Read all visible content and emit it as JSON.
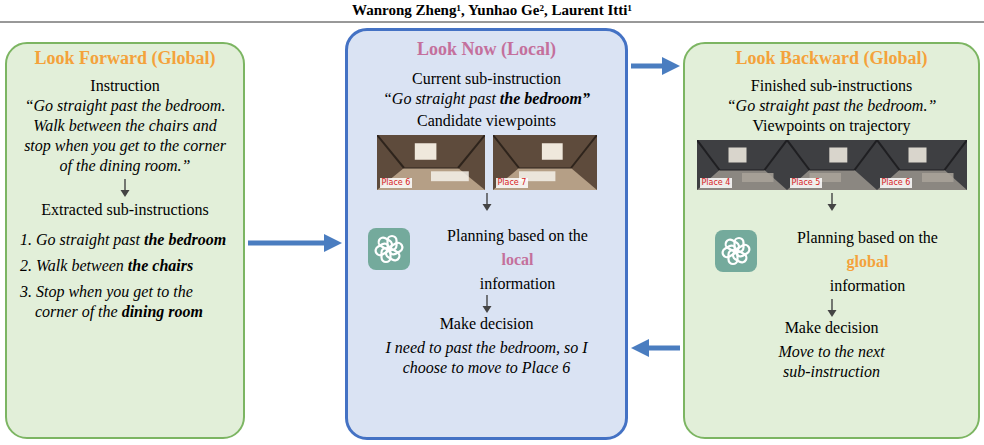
{
  "diagram": {
    "title": "Wanrong Zheng¹, Yunhao Ge², Laurent Itti¹",
    "nodes": [
      {
        "text": [
          "Look Forward (Global)",
          "Instruction",
          "“Go straight past the bedroom. Walk between the chairs and stop when you get to the corner of the dining room.”",
          "Extracted sub-instructions",
          "1. Go straight past",
          "the bedroom",
          "2. Walk between",
          "the chairs",
          "3. Stop when you get to the corner of the",
          "dining room"
        ]
      },
      {
        "text": [
          "Look Now (Local)",
          "Current sub-instruction",
          "“Go straight past",
          "the bedroom”",
          "Candidate viewpoints",
          "Planning based on the",
          "local",
          "information",
          "Make decision",
          "I need to past the bedroom, so I choose to move to Place 6"
        ]
      },
      {
        "text": [
          "Look Backward (Global)",
          "Finished sub-instructions",
          "“Go straight past the bedroom.”",
          "Viewpoints on trajectory",
          "Planning based on the",
          "global",
          "information",
          "Make decision",
          "Move to the next sub-instruction"
        ]
      }
    ],
    "edges": [
      {
        "from": 0,
        "to": 1,
        "arrow": "to"
      },
      {
        "from": 1,
        "to": 2,
        "arrow": "to"
      },
      {
        "from": 2,
        "to": 1,
        "arrow": "to"
      }
    ],
    "labels": [
      "Place 6",
      "Place 7",
      "Place 4",
      "Place 5",
      "Place 6"
    ]
  }
}
